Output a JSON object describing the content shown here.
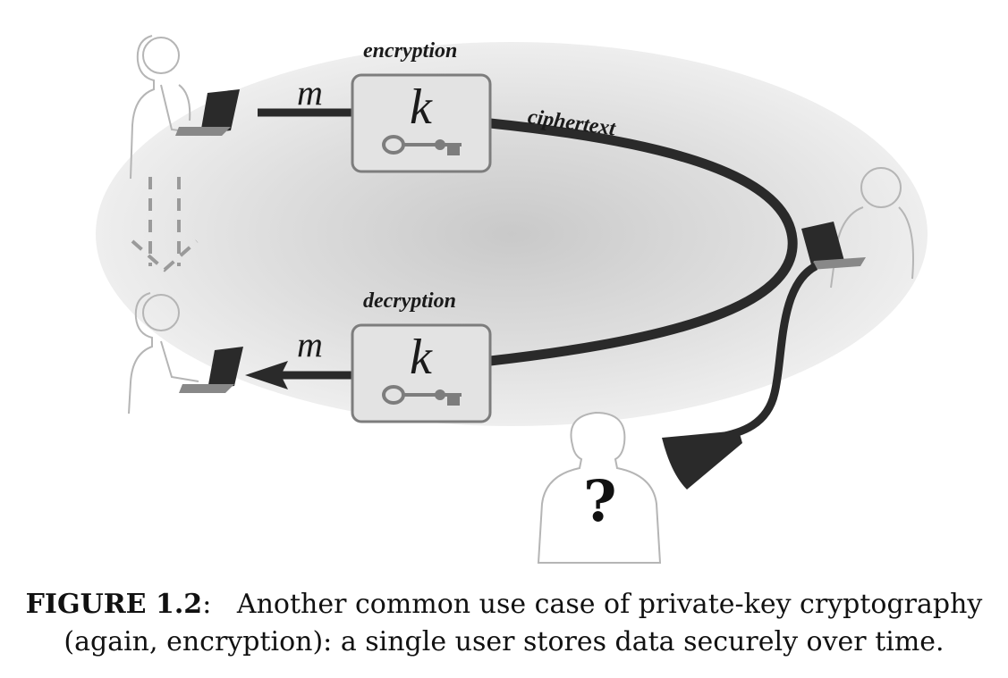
{
  "diagram": {
    "encryption_label": "encryption",
    "decryption_label": "decryption",
    "message_top": "m",
    "message_bottom": "m",
    "key_top": "k",
    "key_bottom": "k",
    "ciphertext_label": "ciphertext",
    "unknown_party": "?"
  },
  "caption": {
    "figure_number": "FIGURE 1.2",
    "separator": ":",
    "line1": "Another common use case of private-key cryptography",
    "line2": "(again, encryption): a single user stores data securely over time."
  }
}
